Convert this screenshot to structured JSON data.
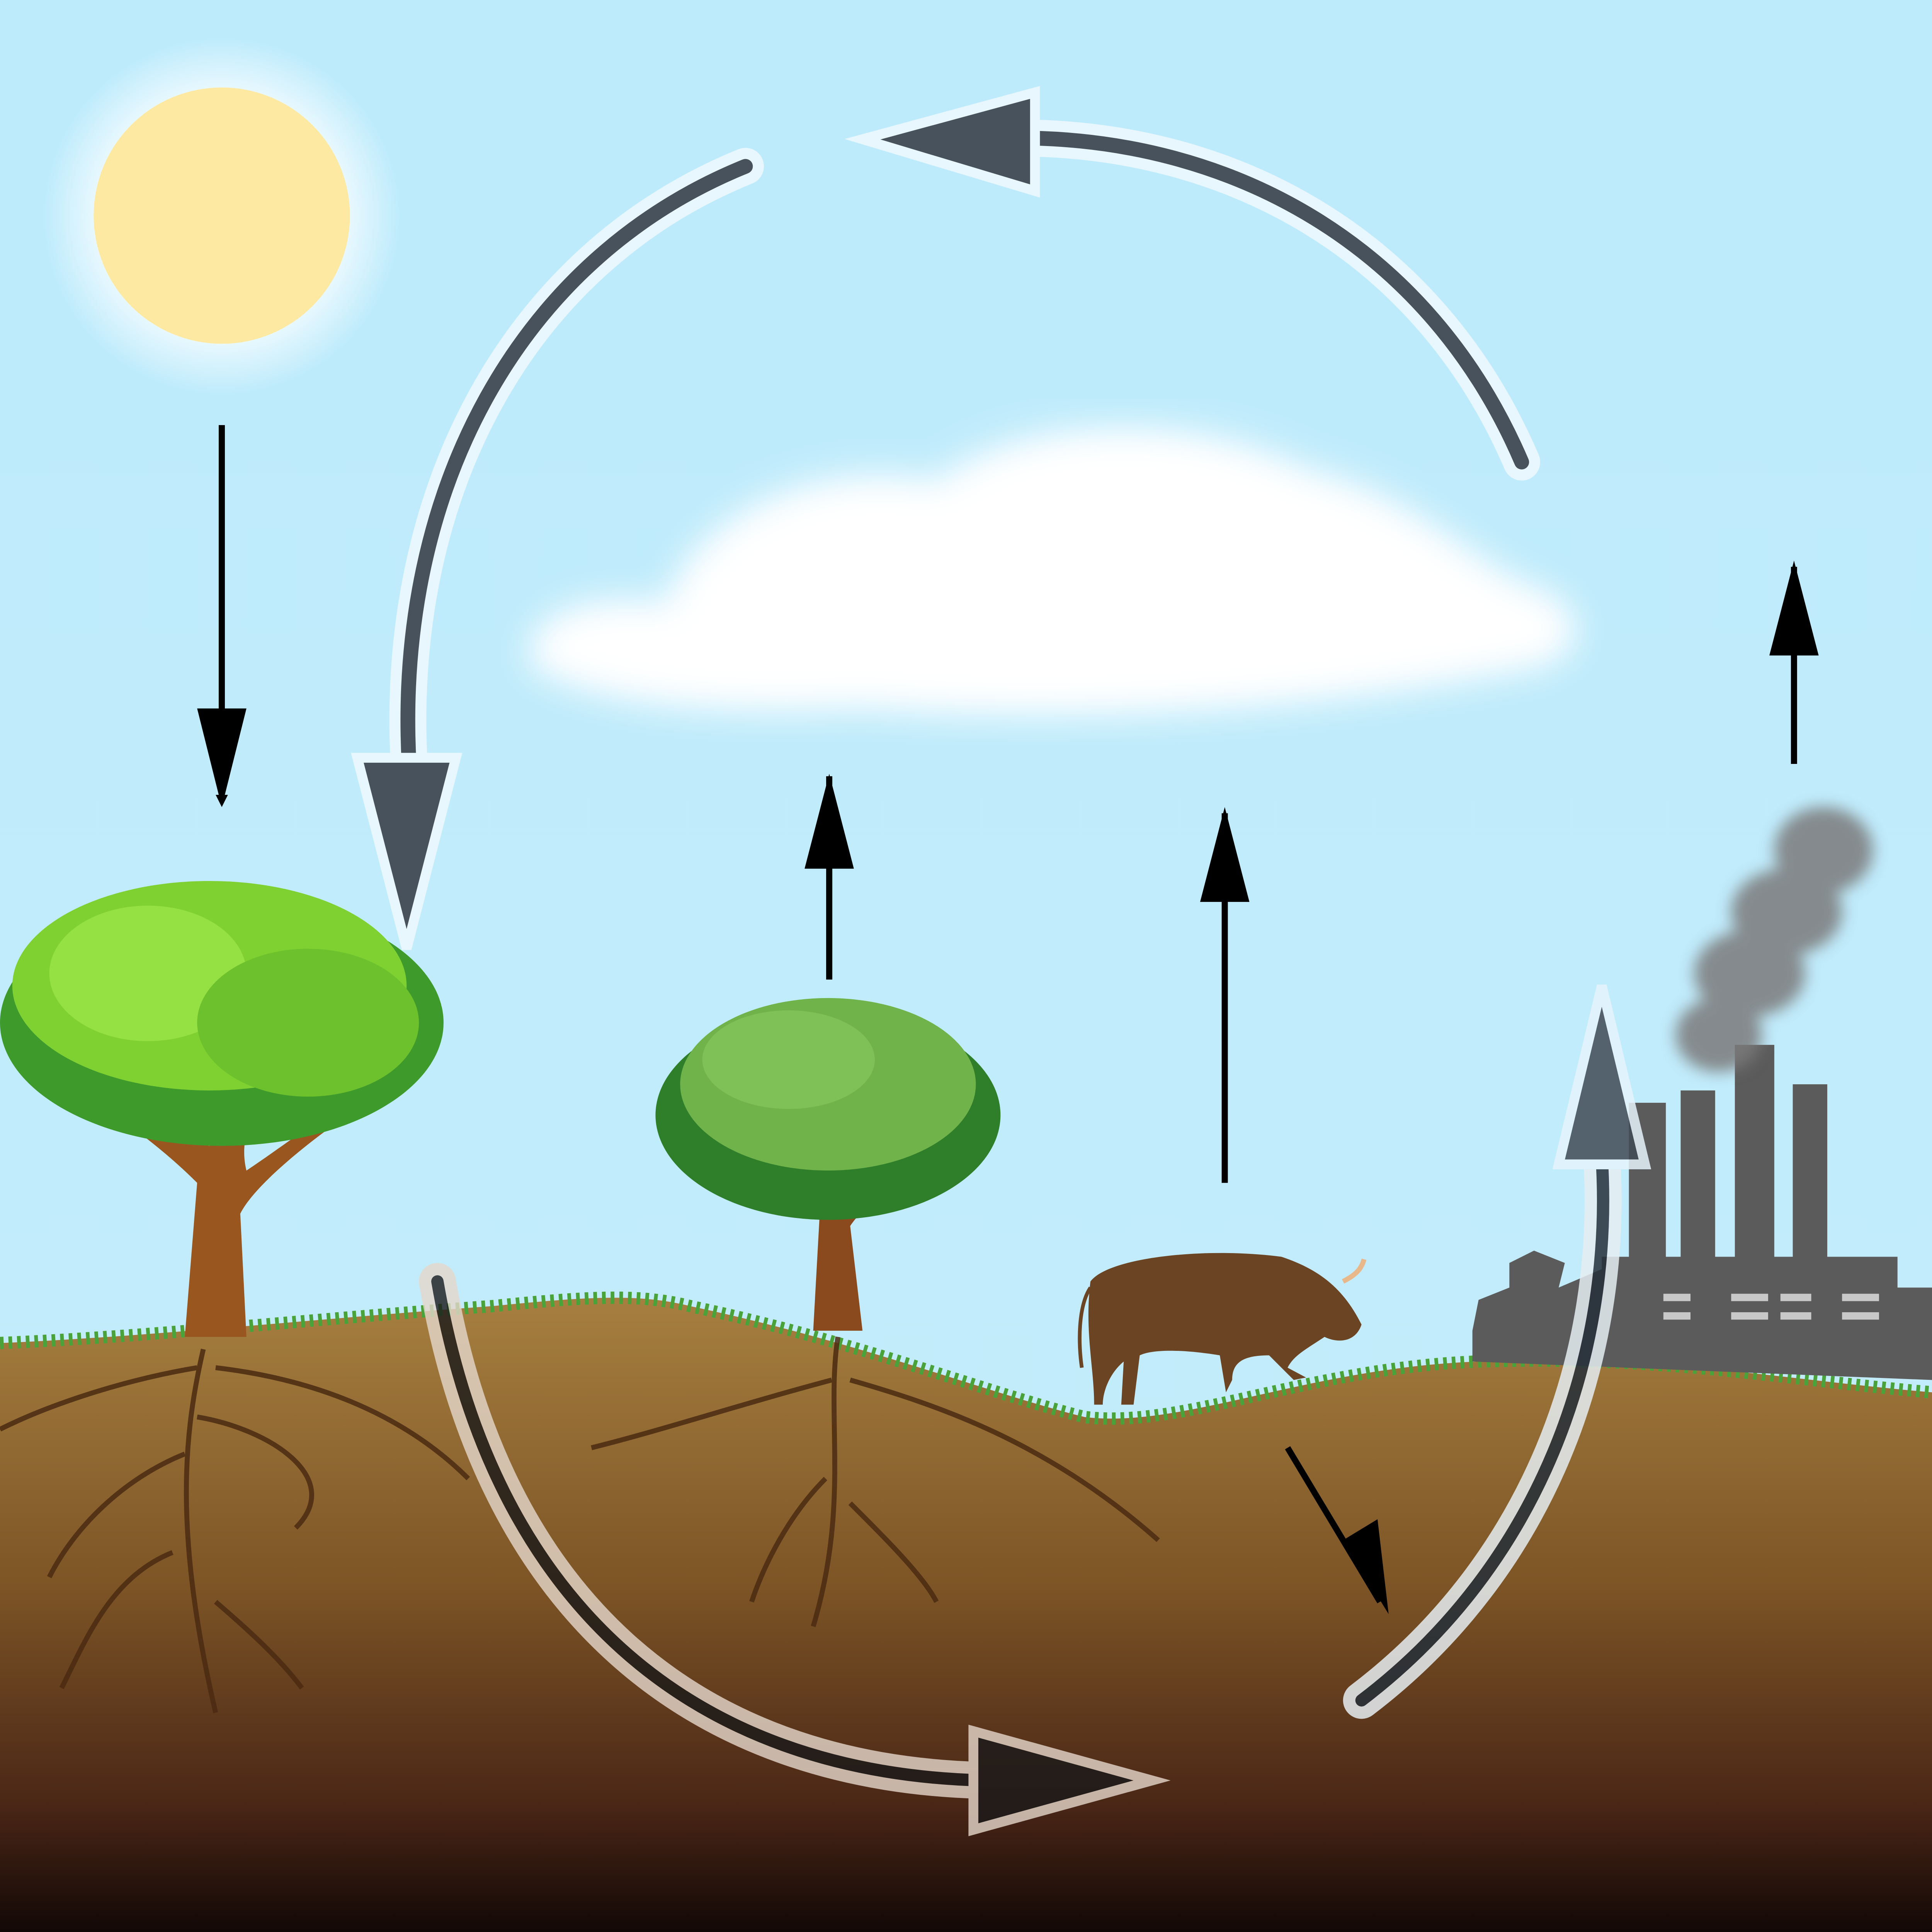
{
  "diagram": {
    "kind": "carbon-cycle-illustration",
    "elements": [
      "sun-icon",
      "cloud-icon",
      "large-tree-icon",
      "small-tree-icon",
      "cow-icon",
      "factory-icon",
      "smoke-icon",
      "soil",
      "roots"
    ],
    "colors": {
      "sky": "#bfeafb",
      "sun": "#fde9a2",
      "cloud": "#ffffff",
      "foliage_light": "#8fd83a",
      "foliage_dark": "#3f9a2c",
      "trunk": "#8a4a1e",
      "soil_top": "#a07a3c",
      "soil_bottom": "#140a08",
      "cycle_arrow": "#444c55",
      "flow_arrow": "#000000",
      "factory": "#5b5b5b",
      "cow": "#6b4424"
    }
  }
}
